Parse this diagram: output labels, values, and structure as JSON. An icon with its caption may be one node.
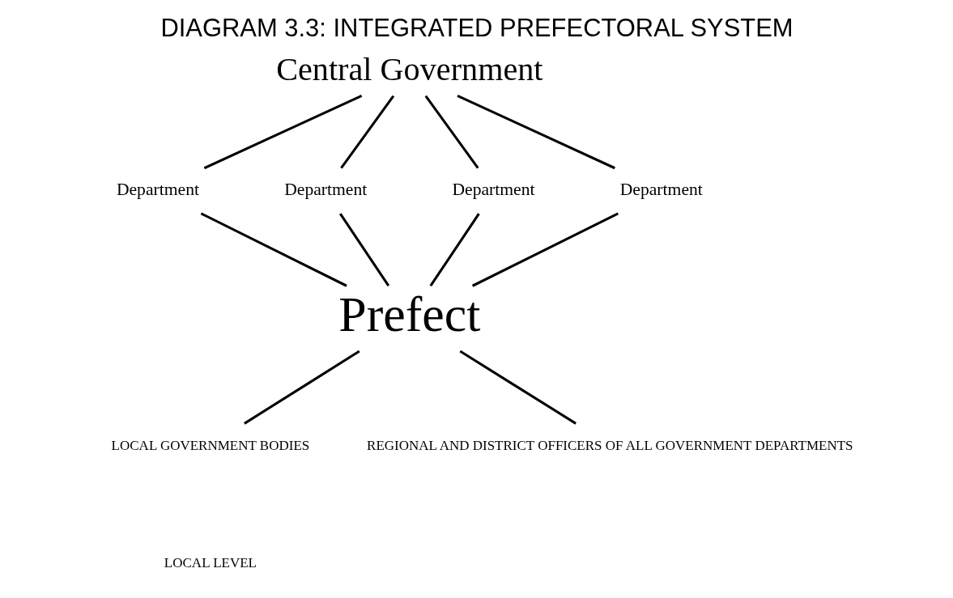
{
  "diagram": {
    "title": "DIAGRAM 3.3: INTEGRATED PREFECTORAL SYSTEM",
    "nodes": [
      {
        "text": [
          "Central Government"
        ]
      },
      {
        "text": [
          "Department"
        ]
      },
      {
        "text": [
          "Department"
        ]
      },
      {
        "text": [
          "Department"
        ]
      },
      {
        "text": [
          "Department"
        ]
      },
      {
        "text": [
          "Prefect"
        ]
      },
      {
        "text": [
          "LOCAL GOVERNMENT BODIES"
        ]
      },
      {
        "text": [
          "REGIONAL AND DISTRICT OFFICERS OF ALL GOVERNMENT DEPARTMENTS"
        ]
      }
    ],
    "edges": [
      {
        "from": 0,
        "to": 1,
        "arrow": "none"
      },
      {
        "from": 0,
        "to": 2,
        "arrow": "none"
      },
      {
        "from": 0,
        "to": 3,
        "arrow": "none"
      },
      {
        "from": 0,
        "to": 4,
        "arrow": "none"
      },
      {
        "from": 1,
        "to": 5,
        "arrow": "none"
      },
      {
        "from": 2,
        "to": 5,
        "arrow": "none"
      },
      {
        "from": 3,
        "to": 5,
        "arrow": "none"
      },
      {
        "from": 4,
        "to": 5,
        "arrow": "none"
      },
      {
        "from": 5,
        "to": 6,
        "arrow": "none"
      },
      {
        "from": 5,
        "to": 7,
        "arrow": "none"
      }
    ],
    "labels": [
      "LOCAL LEVEL"
    ]
  }
}
